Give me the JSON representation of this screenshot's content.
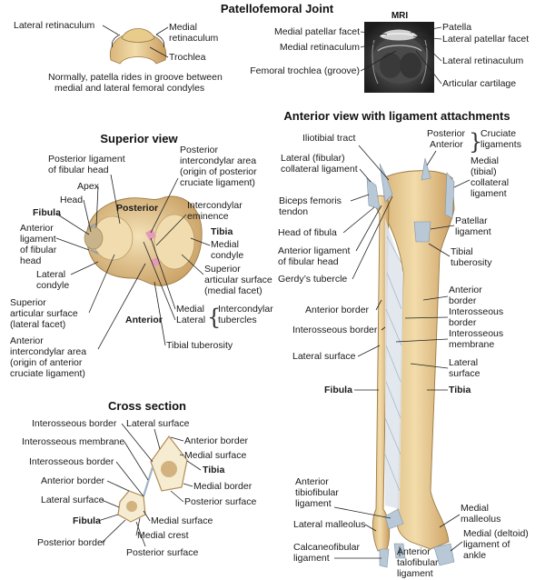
{
  "patellofemoral": {
    "title": "Patellofemoral Joint",
    "labels": {
      "lateral_retinaculum": "Lateral retinaculum",
      "medial_retinaculum_1": "Medial",
      "medial_retinaculum_2": "retinaculum",
      "trochlea": "Trochlea",
      "caption_1": "Normally, patella rides in groove between",
      "caption_2": "medial and lateral femoral condyles"
    },
    "mri": {
      "title": "MRI",
      "medial_patellar_facet": "Medial patellar facet",
      "medial_retinaculum": "Medial retinaculum",
      "femoral_trochlea": "Femoral trochlea (groove)",
      "patella": "Patella",
      "lateral_patellar_facet": "Lateral patellar facet",
      "lateral_retinaculum": "Lateral retinaculum",
      "articular_cartilage": "Articular cartilage"
    }
  },
  "superior_view": {
    "title": "Superior view",
    "labels": {
      "post_lig_fib_head_1": "Posterior ligament",
      "post_lig_fib_head_2": "of fibular head",
      "apex": "Apex",
      "head": "Head",
      "fibula": "Fibula",
      "ant_lig_1": "Anterior",
      "ant_lig_2": "ligament",
      "ant_lig_3": "of fibular",
      "ant_lig_4": "head",
      "lateral_condyle_1": "Lateral",
      "lateral_condyle_2": "condyle",
      "sup_art_lat_1": "Superior",
      "sup_art_lat_2": "articular surface",
      "sup_art_lat_3": "(lateral facet)",
      "ant_ic_1": "Anterior",
      "ant_ic_2": "intercondylar area",
      "ant_ic_3": "(origin of anterior",
      "ant_ic_4": "cruciate ligament)",
      "posterior": "Posterior",
      "anterior": "Anterior",
      "post_ic_1": "Posterior",
      "post_ic_2": "intercondylar area",
      "post_ic_3": "(origin of posterior",
      "post_ic_4": "cruciate ligament)",
      "ic_emin_1": "Intercondylar",
      "ic_emin_2": "eminence",
      "tibia": "Tibia",
      "medial_condyle_1": "Medial",
      "medial_condyle_2": "condyle",
      "sup_art_med_1": "Superior",
      "sup_art_med_2": "articular surface",
      "sup_art_med_3": "(medial facet)",
      "medial": "Medial",
      "lateral": "Lateral",
      "ic_tub_1": "Intercondylar",
      "ic_tub_2": "tubercles",
      "tibial_tuberosity": "Tibial tuberosity"
    }
  },
  "cross_section": {
    "title": "Cross section",
    "labels": {
      "interosseous_border_t": "Interosseous border",
      "interosseous_membrane": "Interosseous membrane",
      "interosseous_border_f": "Interosseous border",
      "anterior_border_f": "Anterior border",
      "lateral_surface_f": "Lateral surface",
      "fibula": "Fibula",
      "posterior_border_f": "Posterior border",
      "posterior_surface_f": "Posterior surface",
      "medial_crest": "Medial crest",
      "medial_surface_f": "Medial surface",
      "lateral_surface_t": "Lateral surface",
      "anterior_border_t": "Anterior border",
      "medial_surface_t": "Medial surface",
      "tibia": "Tibia",
      "medial_border_t": "Medial border",
      "posterior_surface_t": "Posterior surface"
    }
  },
  "anterior_view": {
    "title": "Anterior view with ligament attachments",
    "labels": {
      "iliotibial_tract": "Iliotibial tract",
      "lcl_1": "Lateral (fibular)",
      "lcl_2": "collateral ligament",
      "biceps_1": "Biceps femoris",
      "biceps_2": "tendon",
      "head_of_fibula": "Head of fibula",
      "ant_lig_1": "Anterior ligament",
      "ant_lig_2": "of fibular head",
      "gerdy": "Gerdy’s tubercle",
      "anterior_border_f": "Anterior border",
      "interosseous_border_f": "Interosseous border",
      "lateral_surface_f": "Lateral surface",
      "fibula": "Fibula",
      "posterior": "Posterior",
      "anterior": "Anterior",
      "cruciate_1": "Cruciate",
      "cruciate_2": "ligaments",
      "mcl_1": "Medial",
      "mcl_2": "(tibial)",
      "mcl_3": "collateral",
      "mcl_4": "ligament",
      "patellar_1": "Patellar",
      "patellar_2": "ligament",
      "tib_tub_1": "Tibial",
      "tib_tub_2": "tuberosity",
      "anterior_border_t_1": "Anterior",
      "anterior_border_t_2": "border",
      "interosseous_border_t_1": "Interosseous",
      "interosseous_border_t_2": "border",
      "interosseous_membrane_1": "Interosseous",
      "interosseous_membrane_2": "membrane",
      "lateral_surface_t_1": "Lateral",
      "lateral_surface_t_2": "surface",
      "tibia": "Tibia",
      "ant_tibiofib_1": "Anterior",
      "ant_tibiofib_2": "tibiofibular",
      "ant_tibiofib_3": "ligament",
      "lateral_malleolus": "Lateral malleolus",
      "calcaneofib_1": "Calcaneofibular",
      "calcaneofib_2": "ligament",
      "ant_talofib_1": "Anterior",
      "ant_talofib_2": "talofibular",
      "ant_talofib_3": "ligament",
      "medial_malleolus_1": "Medial",
      "medial_malleolus_2": "malleolus",
      "deltoid_1": "Medial (deltoid)",
      "deltoid_2": "ligament of",
      "deltoid_3": "ankle"
    }
  }
}
